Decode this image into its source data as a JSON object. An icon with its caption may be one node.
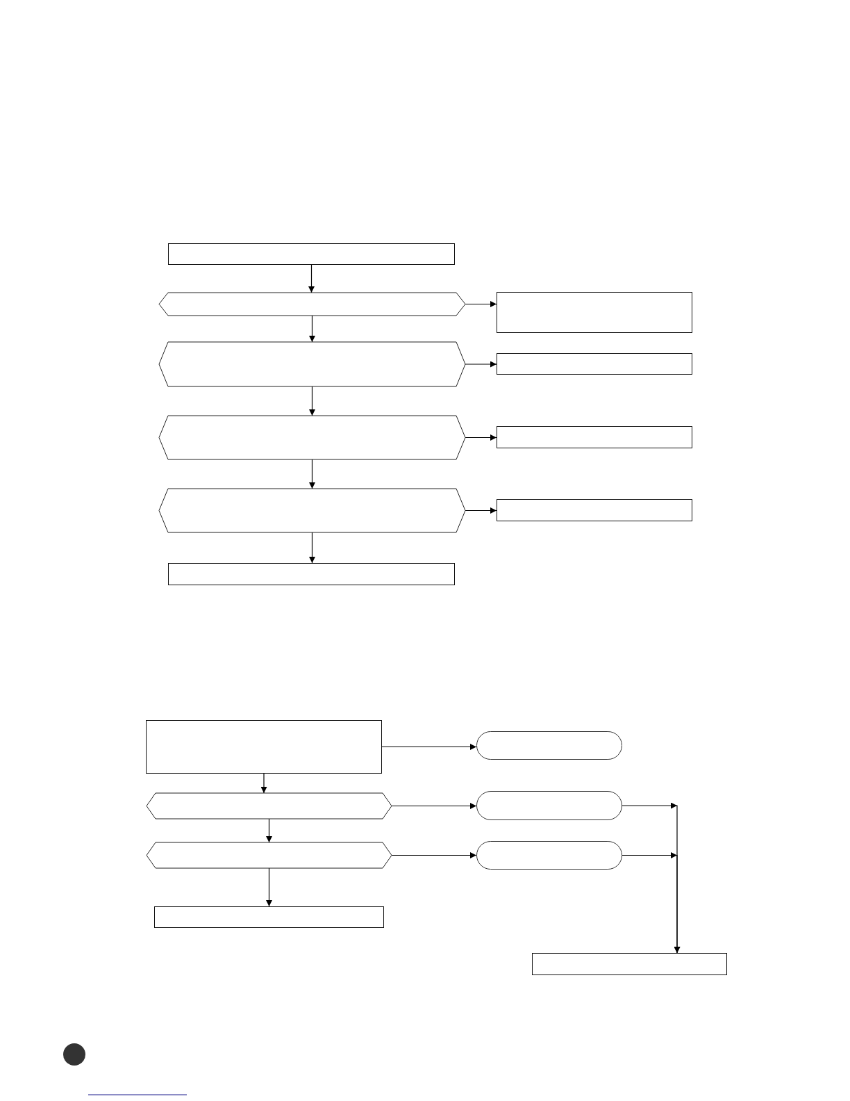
{
  "diagram": {
    "nodes": [
      {
        "text": [],
        "shape": "box"
      },
      {
        "text": [],
        "shape": "hexagon"
      },
      {
        "text": [],
        "shape": "box"
      },
      {
        "text": [],
        "shape": "hexagon"
      },
      {
        "text": [],
        "shape": "box"
      },
      {
        "text": [],
        "shape": "hexagon"
      },
      {
        "text": [],
        "shape": "box"
      },
      {
        "text": [],
        "shape": "hexagon"
      },
      {
        "text": [],
        "shape": "box"
      },
      {
        "text": [],
        "shape": "box"
      },
      {
        "text": [],
        "shape": "box"
      },
      {
        "text": [],
        "shape": "pill"
      },
      {
        "text": [],
        "shape": "hexagon"
      },
      {
        "text": [],
        "shape": "pill"
      },
      {
        "text": [],
        "shape": "hexagon"
      },
      {
        "text": [],
        "shape": "pill"
      },
      {
        "text": [],
        "shape": "box"
      },
      {
        "text": [],
        "shape": "box"
      }
    ],
    "edges": [
      {
        "from": 0,
        "to": 1,
        "arrow": "to"
      },
      {
        "from": 1,
        "to": 2,
        "arrow": "to"
      },
      {
        "from": 1,
        "to": 3,
        "arrow": "to"
      },
      {
        "from": 3,
        "to": 4,
        "arrow": "to"
      },
      {
        "from": 3,
        "to": 5,
        "arrow": "to"
      },
      {
        "from": 5,
        "to": 6,
        "arrow": "to"
      },
      {
        "from": 5,
        "to": 7,
        "arrow": "to"
      },
      {
        "from": 7,
        "to": 8,
        "arrow": "to"
      },
      {
        "from": 7,
        "to": 9,
        "arrow": "to"
      },
      {
        "from": 10,
        "to": 11,
        "arrow": "to"
      },
      {
        "from": 10,
        "to": 12,
        "arrow": "to"
      },
      {
        "from": 12,
        "to": 13,
        "arrow": "to"
      },
      {
        "from": 12,
        "to": 14,
        "arrow": "to"
      },
      {
        "from": 14,
        "to": 15,
        "arrow": "to"
      },
      {
        "from": 14,
        "to": 16,
        "arrow": "to"
      },
      {
        "from": 13,
        "to": 17,
        "arrow": "to"
      },
      {
        "from": 15,
        "to": 17,
        "arrow": "to"
      }
    ]
  }
}
